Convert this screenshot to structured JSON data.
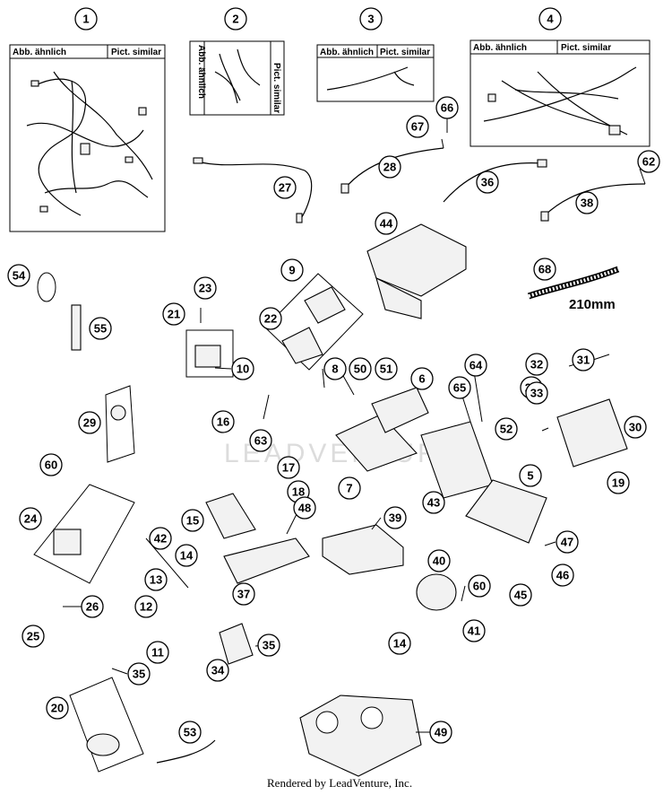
{
  "diagram": {
    "callouts": [
      "1",
      "2",
      "3",
      "4",
      "5",
      "6",
      "7",
      "8",
      "9",
      "10",
      "11",
      "12",
      "13",
      "14",
      "14",
      "15",
      "16",
      "17",
      "18",
      "19",
      "20",
      "21",
      "21",
      "22",
      "23",
      "24",
      "25",
      "26",
      "27",
      "28",
      "29",
      "30",
      "31",
      "32",
      "33",
      "34",
      "35",
      "35",
      "36",
      "37",
      "38",
      "39",
      "40",
      "41",
      "42",
      "43",
      "44",
      "45",
      "46",
      "47",
      "48",
      "49",
      "50",
      "51",
      "52",
      "53",
      "54",
      "55",
      "60",
      "60",
      "62",
      "63",
      "64",
      "65",
      "66",
      "67",
      "68"
    ],
    "box_labels": {
      "de": "Abb. ähnlich",
      "en": "Pict. similar"
    },
    "hose_length": "210mm",
    "watermark": "LEADVENTURE",
    "footer": "Rendered by LeadVenture, Inc."
  }
}
